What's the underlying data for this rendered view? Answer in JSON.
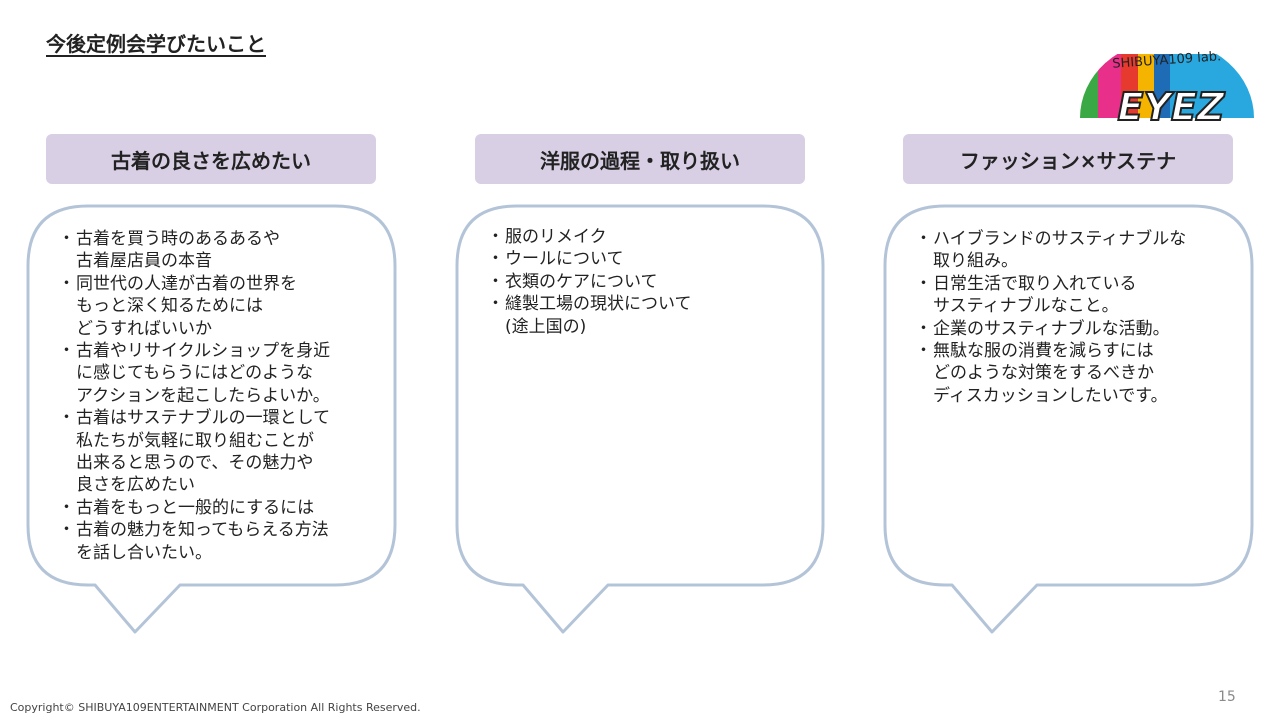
{
  "title": "今後定例会学びたいこと",
  "logo": {
    "text_top": "SHIBUYA109 lab.",
    "text_main": "EYEZ"
  },
  "columns": [
    {
      "header": "古着の良さを広めたい",
      "lines": [
        {
          "bullet": "・",
          "text": "古着を買う時のあるあるや"
        },
        {
          "bullet": "",
          "text": "古着屋店員の本音"
        },
        {
          "bullet": "・",
          "text": "同世代の人達が古着の世界を"
        },
        {
          "bullet": "",
          "text": "もっと深く知るためには"
        },
        {
          "bullet": "",
          "text": "どうすればいいか"
        },
        {
          "bullet": "・",
          "text": "古着やリサイクルショップを身近"
        },
        {
          "bullet": "",
          "text": "に感じてもらうにはどのような"
        },
        {
          "bullet": "",
          "text": "アクションを起こしたらよいか。"
        },
        {
          "bullet": "・",
          "text": "古着はサステナブルの一環として"
        },
        {
          "bullet": "",
          "text": "私たちが気軽に取り組むことが"
        },
        {
          "bullet": "",
          "text": "出来ると思うので、その魅力や"
        },
        {
          "bullet": "",
          "text": "良さを広めたい"
        },
        {
          "bullet": "・",
          "text": "古着をもっと一般的にするには"
        },
        {
          "bullet": "・",
          "text": "古着の魅力を知ってもらえる方法"
        },
        {
          "bullet": "",
          "text": "を話し合いたい。"
        }
      ]
    },
    {
      "header": "洋服の過程・取り扱い",
      "lines": [
        {
          "bullet": "・",
          "text": "服のリメイク"
        },
        {
          "bullet": "・",
          "text": "ウールについて"
        },
        {
          "bullet": "・",
          "text": "衣類のケアについて"
        },
        {
          "bullet": "・",
          "text": "縫製工場の現状について"
        },
        {
          "bullet": "",
          "text": "(途上国の)"
        }
      ]
    },
    {
      "header": "ファッション×サステナ",
      "lines": [
        {
          "bullet": "・",
          "text": "ハイブランドのサスティナブルな"
        },
        {
          "bullet": "",
          "text": "取り組み。"
        },
        {
          "bullet": "・",
          "text": "日常生活で取り入れている"
        },
        {
          "bullet": "",
          "text": "サスティナブルなこと。"
        },
        {
          "bullet": "・",
          "text": "企業のサスティナブルな活動。"
        },
        {
          "bullet": "・",
          "text": "無駄な服の消費を減らすには"
        },
        {
          "bullet": "",
          "text": "どのような対策をするべきか"
        },
        {
          "bullet": "",
          "text": "ディスカッションしたいです。"
        }
      ]
    }
  ],
  "footer": {
    "copyright": "Copyright© SHIBUYA109ENTERTAINMENT Corporation All Rights Reserved.",
    "page_number": "15"
  },
  "colors": {
    "header_bg": "#d8cfe5",
    "bubble_stroke": "#b4c4d8"
  }
}
